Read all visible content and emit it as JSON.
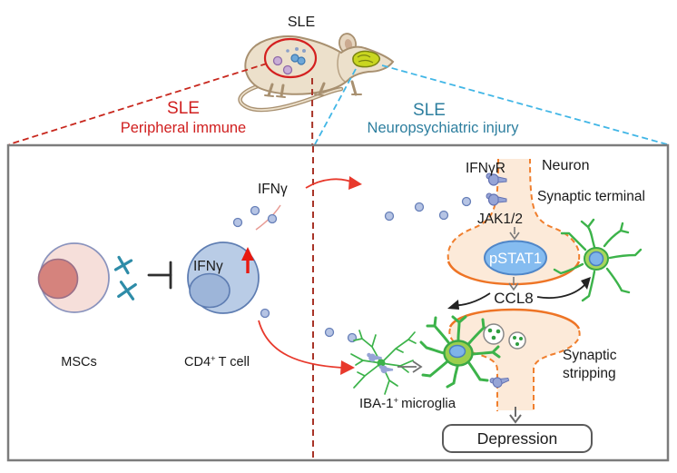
{
  "figure": {
    "mouse_label": "SLE",
    "left_callout": {
      "title": "SLE",
      "subtitle": "Peripheral immune"
    },
    "right_callout": {
      "title": "SLE",
      "subtitle": "Neuropsychiatric injury"
    }
  },
  "left_panel": {
    "msc_label": "MSCs",
    "cd4_base": "CD4",
    "cd4_sup": "+",
    "cd4_rest": "T cell",
    "tcell_cytokine": "IFNγ",
    "secreted_cytokine": "IFNγ"
  },
  "right_panel": {
    "receptor_label": "IFNγR",
    "neuron_label": "Neuron",
    "synaptic_terminal_label": "Synaptic terminal",
    "jak_label": "JAK1/2",
    "pstat_label": "pSTAT1",
    "ccl8_label": "CCL8",
    "microglia_base": "IBA-1",
    "microglia_sup": "+",
    "microglia_rest": "microglia",
    "stripping_line1": "Synaptic",
    "stripping_line2": "stripping",
    "depression_label": "Depression"
  },
  "palette": {
    "red_label": "#d01f1f",
    "bright_red": "#e8190f",
    "dark_red_dash": "#a83428",
    "cyan_dash": "#41b6e6",
    "teal_label": "#2e7f9f",
    "orange_outline": "#ee7425",
    "peach_fill": "#fcead9",
    "microglia_green": "#3cb34a",
    "soma_green": "#9ccf4e",
    "nucleus_blue": "#7fb4ea",
    "tcell_blue": "#b9cce6",
    "msc_pink": "#f6dfda",
    "msc_nucleus": "#d5837d",
    "dot_blue": "#b6c4e4",
    "receptor_purple": "#96a4d6",
    "pstat_blue": "#85bcf0",
    "panel_border": "#7c7c7c"
  }
}
